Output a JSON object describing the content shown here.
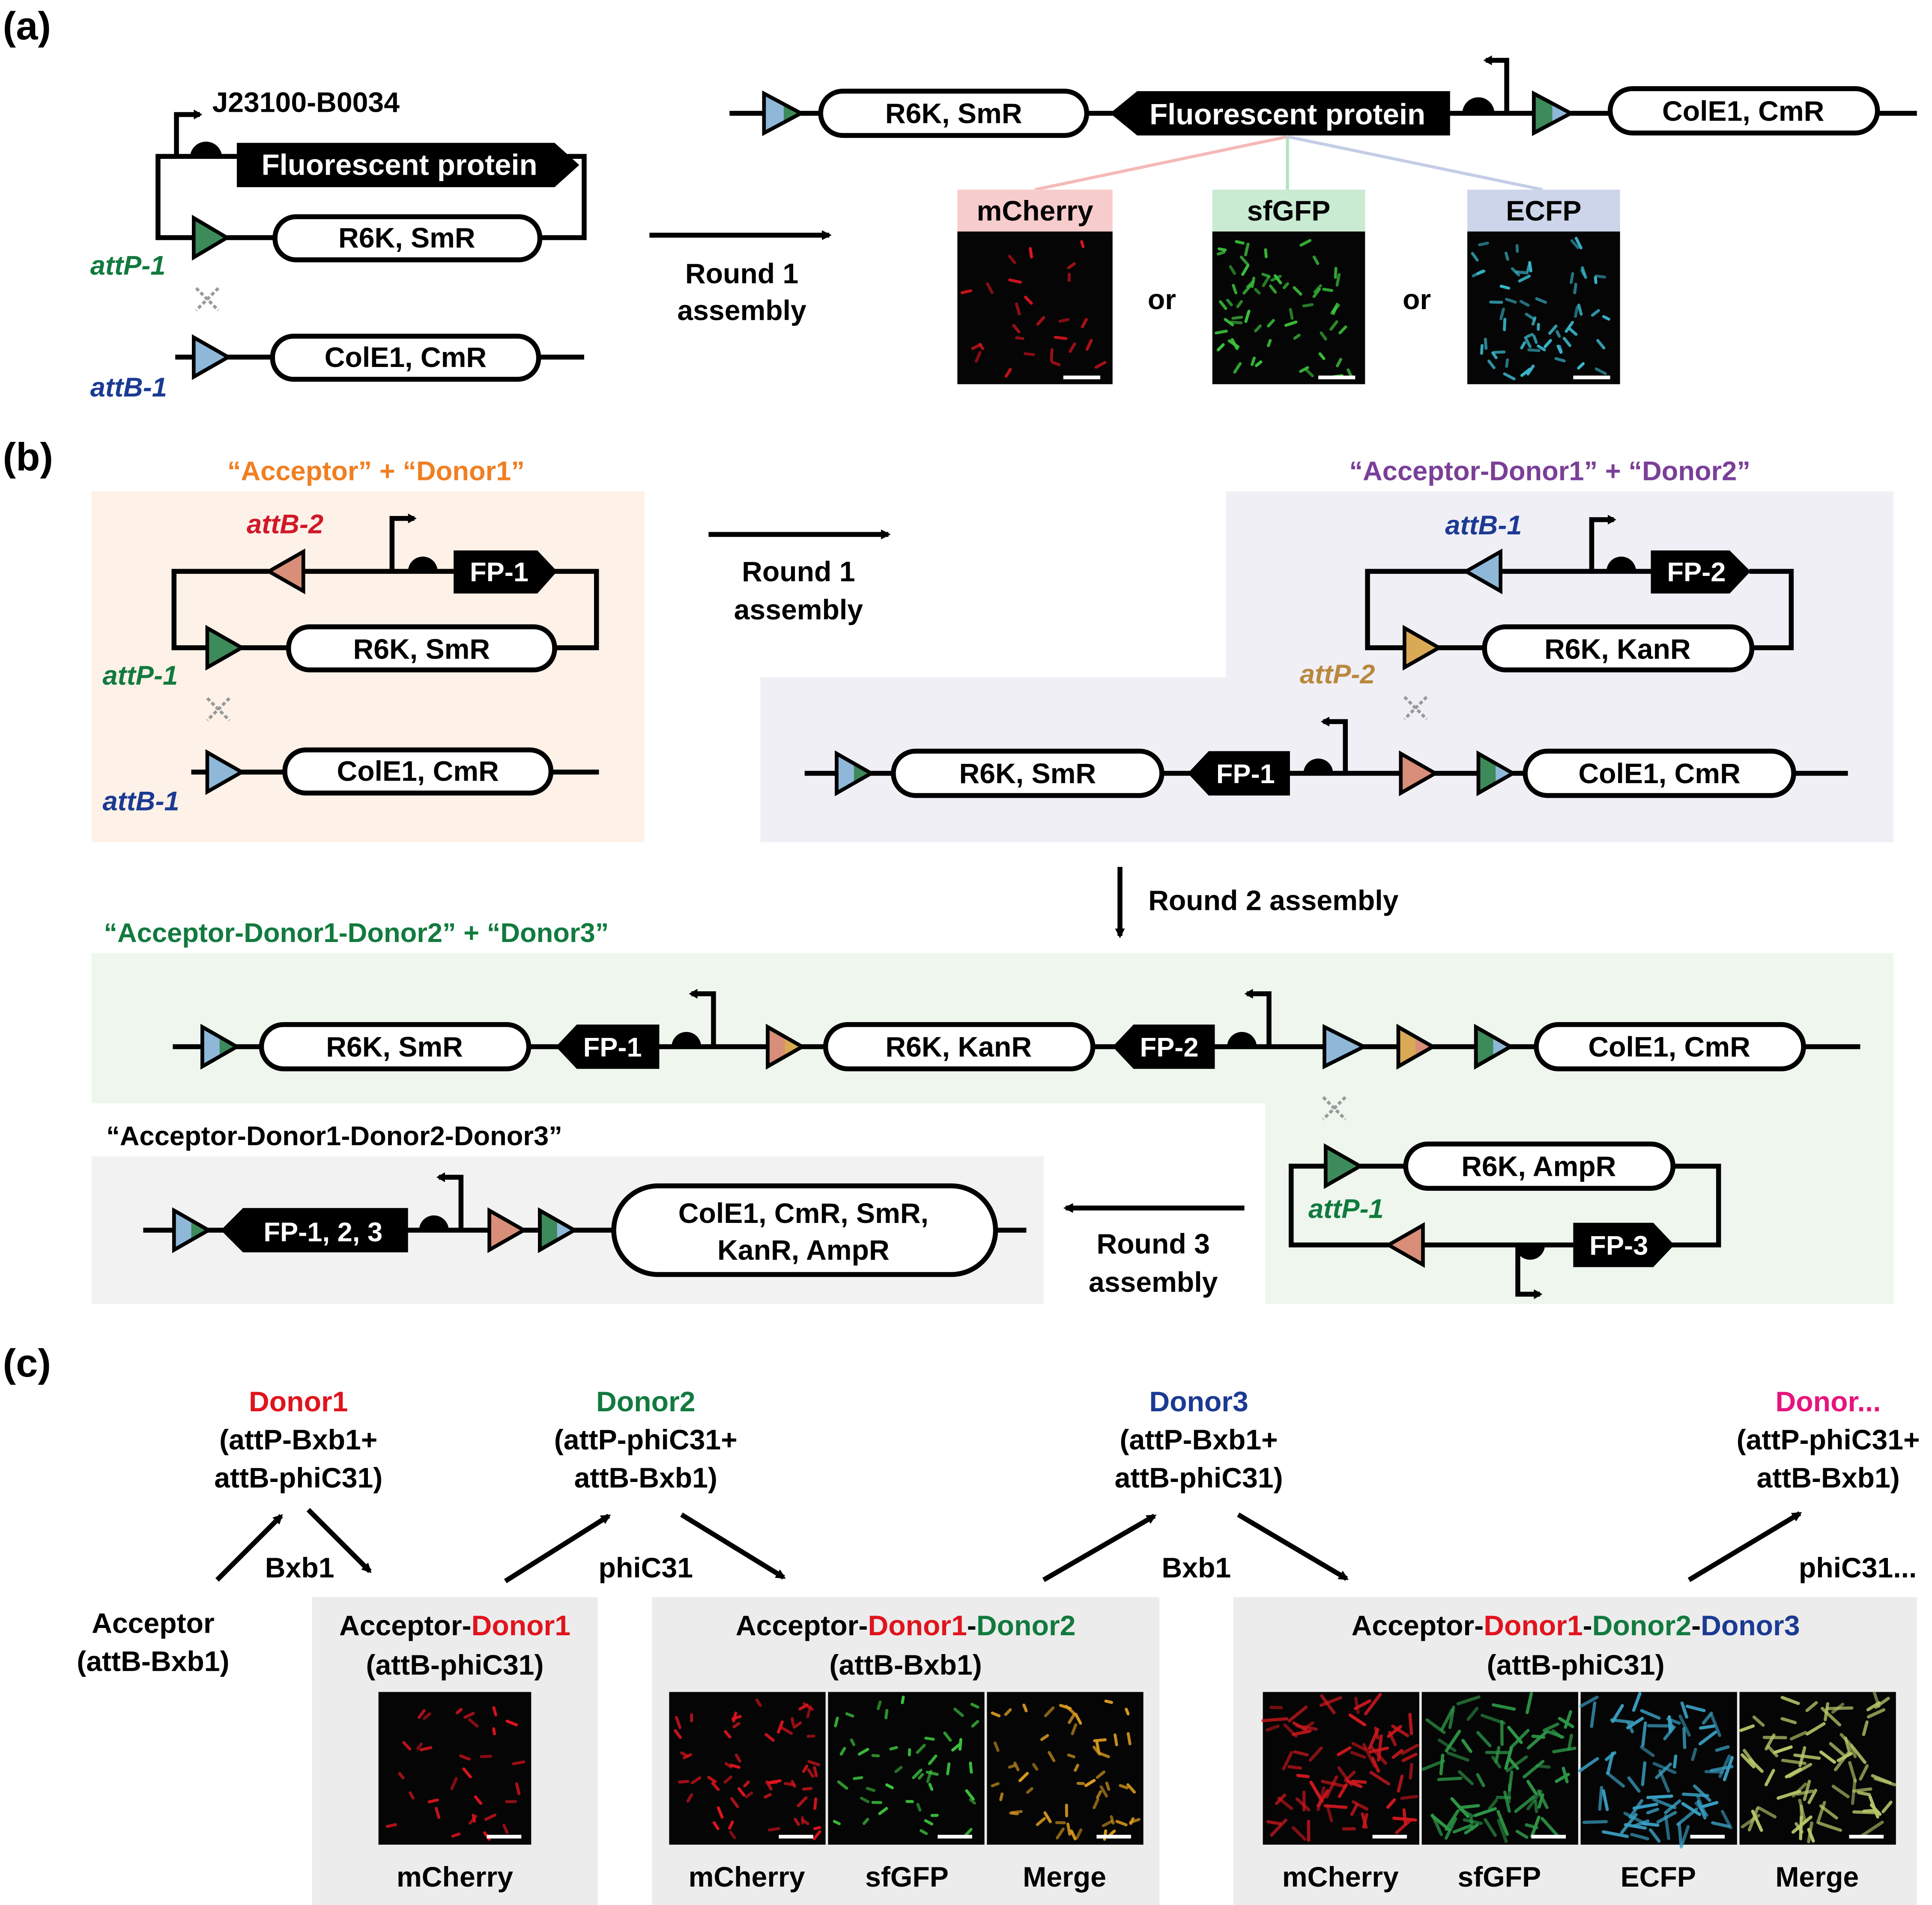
{
  "panel_labels": {
    "a": "(a)",
    "b": "(b)",
    "c": "(c)"
  },
  "a": {
    "promoter_label": "J23100-B0034",
    "fp": "Fluorescent protein",
    "r6k_smr": "R6K, SmR",
    "cole1_cmr": "ColE1, CmR",
    "attp1": "attP-1",
    "attb1": "attB-1",
    "round": [
      "Round 1",
      "assembly"
    ],
    "channels": [
      "mCherry",
      "sfGFP",
      "ECFP"
    ],
    "or": "or",
    "colors": {
      "mcherry_tab": "#f7cccc",
      "sfgfp_tab": "#c9ebd2",
      "ecfp_tab": "#cdd5ea"
    }
  },
  "b": {
    "box1_title": [
      "“Acceptor”",
      " + ",
      "“Donor1”"
    ],
    "box2_title": [
      "“Acceptor-Donor1”",
      " + ",
      "“Donor2”"
    ],
    "box3_title": "“Acceptor-Donor1-Donor2” + “Donor3”",
    "box4_title": "“Acceptor-Donor1-Donor2-Donor3”",
    "attb2": "attB-2",
    "attp1": "attP-1",
    "attb1": "attB-1",
    "attp2": "attP-2",
    "fp1": "FP-1",
    "fp2": "FP-2",
    "fp3": "FP-3",
    "fp123": "FP-1, 2, 3",
    "r6k_smr": "R6K, SmR",
    "r6k_kanr": "R6K, KanR",
    "r6k_ampr": "R6K, AmpR",
    "cole1_cmr": "ColE1, CmR",
    "final_markers": [
      "ColE1, CmR, SmR,",
      "KanR, AmpR"
    ],
    "round1": [
      "Round 1",
      "assembly"
    ],
    "round2": "Round 2 assembly",
    "round3": [
      "Round 3",
      "assembly"
    ],
    "colors": {
      "box1": "#fdf1e8",
      "box2": "#f1eff6",
      "box3": "#eef6ee",
      "box4": "#f2f2f2"
    }
  },
  "c": {
    "donor1": [
      "Donor1",
      "(attP-Bxb1+",
      "attB-phiC31)"
    ],
    "donor2": [
      "Donor2",
      "(attP-phiC31+",
      "attB-Bxb1)"
    ],
    "donor3": [
      "Donor3",
      "(attP-Bxb1+",
      "attB-phiC31)"
    ],
    "donor_more": [
      "Donor...",
      "(attP-phiC31+",
      "attB-Bxb1)"
    ],
    "acceptor": [
      "Acceptor",
      "(attB-Bxb1)"
    ],
    "enzymes": [
      "Bxb1",
      "phiC31",
      "Bxb1",
      "phiC31..."
    ],
    "acc": "Acceptor",
    "d1": "Donor1",
    "d2": "Donor2",
    "d3": "Donor3",
    "site_ad1": "(attB-phiC31)",
    "site_ad2": "(attB-Bxb1)",
    "site_ad3": "(attB-phiC31)",
    "ch_ad1": [
      "mCherry"
    ],
    "ch_ad2": [
      "mCherry",
      "sfGFP",
      "Merge"
    ],
    "ch_ad3": [
      "mCherry",
      "sfGFP",
      "ECFP",
      "Merge"
    ],
    "colors": {
      "red": "#e0141e",
      "green": "#127a3e",
      "blue": "#1b3a93",
      "magenta": "#e5157d",
      "panel": "#ececec"
    }
  },
  "site_colors": {
    "attP_green": "#3d8a5a",
    "attB_blue": "#8fb8d8",
    "attB2_red": "#d88e78",
    "attP2_gold": "#d9a955"
  },
  "cell_colors": {
    "mCherry": "#e0141e",
    "sfGFP": "#3cc43c",
    "ECFP": "#3ab7cc",
    "Merge": "#d7c13a"
  }
}
